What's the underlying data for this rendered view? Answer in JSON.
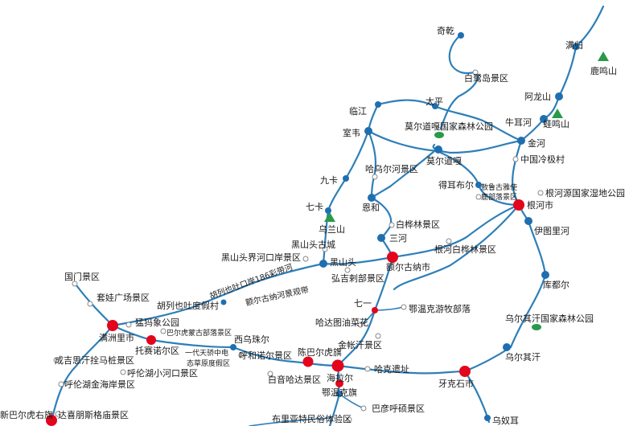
{
  "map": {
    "colors": {
      "route": "#2e7fb8",
      "town_marker": "#1f6fb0",
      "city_marker": "#e3051b",
      "mountain_marker": "#2a9a4a",
      "forest_marker": "#2a9a4a",
      "scenic_marker": "#ffffff"
    },
    "places": {
      "qiqian": "奇乾",
      "bailudao": "白鹭岛景区",
      "mangui": "满归",
      "luming_shan": "鹿鸣山",
      "alongshan": "阿龙山",
      "wamingshan": "蛙鸣山",
      "niuerhe": "牛耳河",
      "jinhe": "金河",
      "linjiang": "临江",
      "taiping": "太平",
      "moerdaoga_forest": "莫尔道嘎国家森林公园",
      "shiwei": "室韦",
      "moerdaoga": "莫尔道嘎",
      "zhongguo_lengjicun": "中国冷极村",
      "hawuerhe": "哈乌尔河景区",
      "jiuka": "九卡",
      "deerbuer": "得耳布尔",
      "aoluguya_1": "敖鲁古雅使",
      "aoluguya_2": "鹿部落景区",
      "genhe_wetland": "根河源国家湿地公园",
      "qika": "七卡",
      "enhe": "恩和",
      "genheshi": "根河市",
      "wulanshan": "乌兰山",
      "baihualin": "白桦林景区",
      "yitulihe": "伊图里河",
      "sanhe": "三河",
      "heishantou_gucheng": "黑山头古城",
      "genhe_baihualin": "根河白桦林景区",
      "heishantou_kouan": "黑山头界河口岸景区",
      "heishantou": "黑山头",
      "eerguna": "额尔古纳市",
      "kuduer": "库都尔",
      "hulie_road": "胡列也吐口岸186彩带河",
      "eerguna_river": "额尔古纳河景观带",
      "hongjila": "弘吉剌部景区",
      "guomen": "国门景区",
      "taowa": "套娃广场景区",
      "hulie_jiachang": "胡列也吐度假村",
      "qiyi": "七一",
      "ewenke_buluo": "鄂温克游牧部落",
      "mengma": "猛犸象公园",
      "hadatu": "哈达图油菜花",
      "wuerqihan_forest": "乌尔其汗国家森林公园",
      "manzhouli": "满洲里市",
      "baerhu_buluo": "巴尔虎蒙古部落景区",
      "xiwuzhuer": "西乌珠尔",
      "jinzhangan": "金帐汗景区",
      "tuoguonuoer": "托赛诺尔区",
      "yidai_tianjiao_1": "一代天骄中电",
      "yidai_tianjiao_2": "态草原度假区",
      "huhenuoer": "呼和诺尔景区",
      "chenbaerhuqi": "陈巴尔虎旗",
      "wuerqihan": "乌尔其汗",
      "chengjisi": "成吉思汗拴马桩景区",
      "hulunhu_xiaohekou": "呼伦湖小河口景区",
      "hakeyizhi": "哈克遗址",
      "baiyin_hada": "白音哈达景区",
      "hailaer": "海拉尔",
      "yakeshi": "牙克石市",
      "hulunhu_jinhaian": "呼伦湖金海岸景区",
      "ewenkeqi": "鄂温克旗",
      "xinbaerhu_youqi": "新巴尔虎右旗",
      "daxi_pengsi": "达喜朋斯格庙景区",
      "bayanhushuo": "巴彦呼硕景区",
      "buliyate": "布里亚特民俗体验区",
      "wunuer": "乌奴耳"
    }
  }
}
